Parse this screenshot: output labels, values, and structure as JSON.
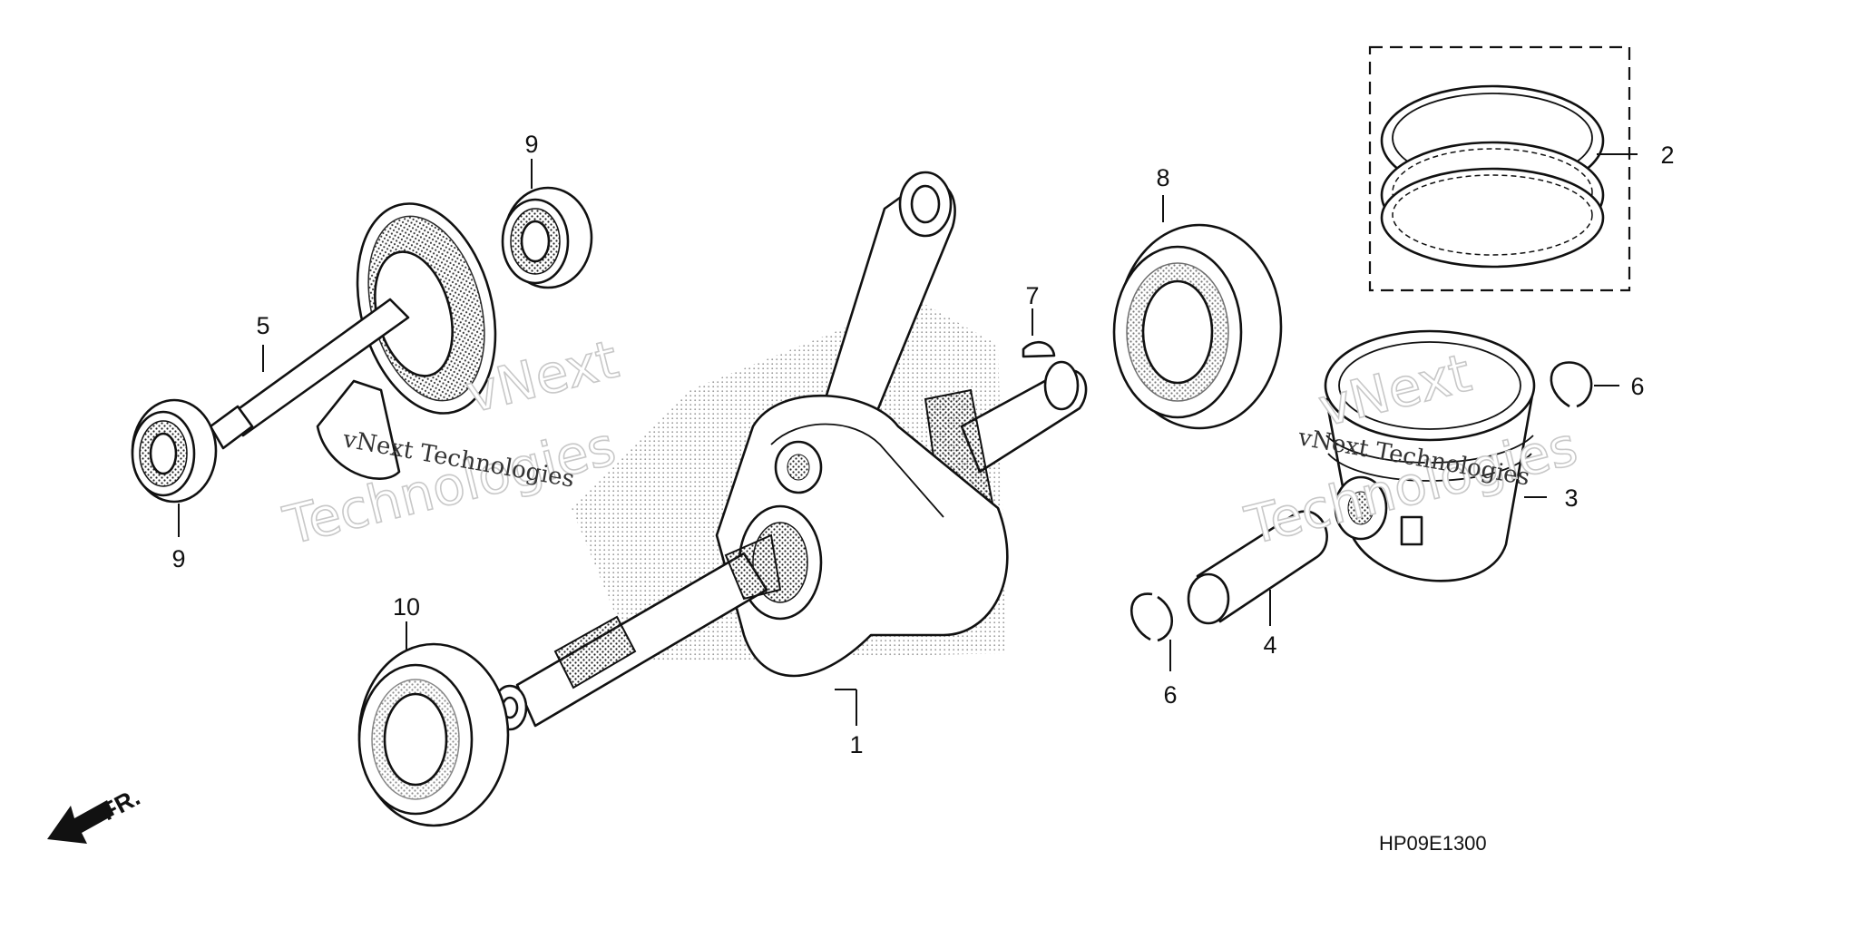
{
  "diagram": {
    "code": "HP09E1300",
    "direction": "FR.",
    "callouts": {
      "crankshaft": "1",
      "piston_ring_set": "2",
      "piston": "3",
      "piston_pin": "4",
      "balancer_shaft": "5",
      "pin_clip_right": "6",
      "pin_clip_bottom": "6",
      "woodruff_key": "7",
      "bearing_right": "8",
      "bearing_top": "9",
      "bearing_left": "9",
      "bearing_bottom": "10"
    }
  },
  "watermark": {
    "line_small": "vNext Technologies",
    "line_top": "vNext",
    "line_bottom": "Technologies"
  }
}
